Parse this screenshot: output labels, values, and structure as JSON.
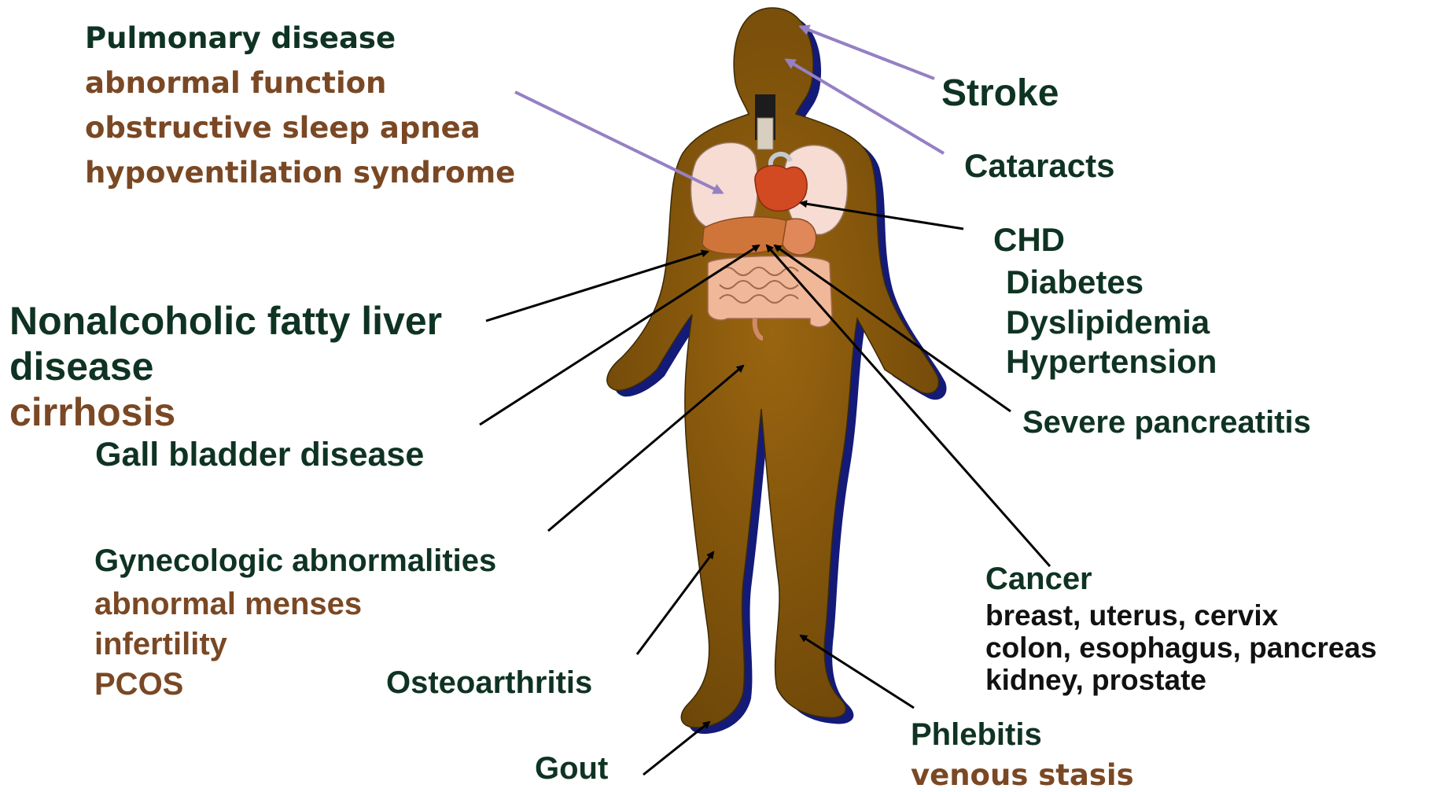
{
  "colors": {
    "body_fill": "#8a5a0c",
    "body_shadow": "#141a78",
    "label_dark_green": "#0f3323",
    "label_brown": "#7a4824",
    "arrow_black": "#000000",
    "arrow_purple": "#9580c4"
  },
  "labels": {
    "pulmonary": {
      "title": "Pulmonary disease",
      "items": [
        "abnormal function",
        "obstructive sleep apnea",
        "hypoventilation syndrome"
      ]
    },
    "stroke": "Stroke",
    "cataracts": "Cataracts",
    "chd": "CHD",
    "diabetes": "Diabetes",
    "dyslipidemia": "Dyslipidemia",
    "hypertension": "Hypertension",
    "nafld": {
      "title_line1": "Nonalcoholic fatty liver",
      "title_line2": "disease",
      "sub": "cirrhosis"
    },
    "gall_bladder": "Gall bladder disease",
    "severe_pancreatitis": "Severe pancreatitis",
    "gynecologic": {
      "title": "Gynecologic abnormalities",
      "items": [
        "abnormal menses",
        "infertility",
        "PCOS"
      ]
    },
    "cancer": {
      "title": "Cancer",
      "items": [
        "breast, uterus, cervix",
        "colon, esophagus, pancreas",
        "kidney, prostate"
      ]
    },
    "osteoarthritis": "Osteoarthritis",
    "phlebitis": {
      "title": "Phlebitis",
      "sub": "venous stasis"
    },
    "gout": "Gout"
  }
}
